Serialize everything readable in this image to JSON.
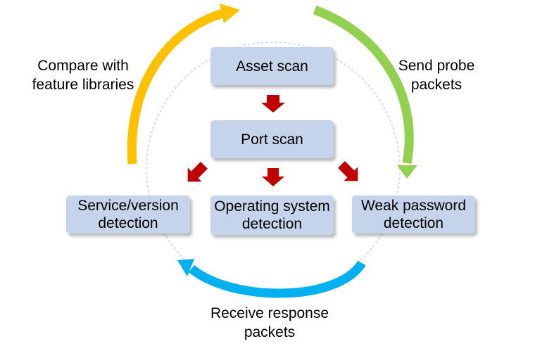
{
  "steps": {
    "asset_scan": "Asset scan",
    "port_scan": "Port scan",
    "service_detection": "Service/version\ndetection",
    "os_detection": "Operating system\ndetection",
    "weak_password_detection": "Weak password\ndetection"
  },
  "cycle_labels": {
    "compare": "Compare with\nfeature libraries",
    "send": "Send probe\npackets",
    "receive": "Receive response\npackets"
  },
  "colors": {
    "box_fill": "#c5d3eb",
    "flow_arrow": "#c00000",
    "compare_arc": "#ffc000",
    "send_arc": "#92d050",
    "receive_arc": "#00b0f0",
    "ring": "#e6e6e6"
  }
}
